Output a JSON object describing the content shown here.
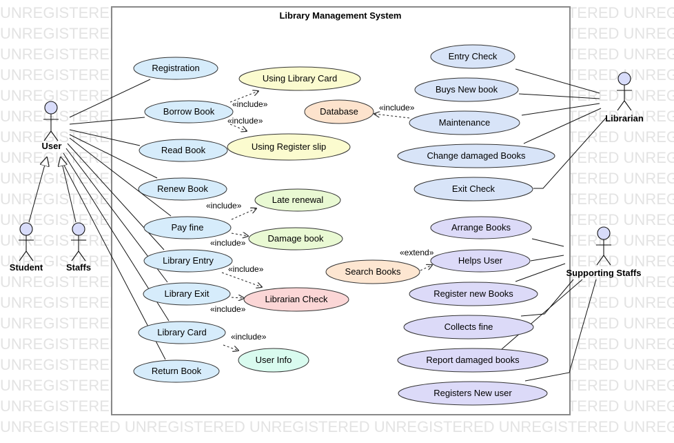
{
  "watermark": "UNREGISTERED",
  "system": {
    "title": "Library Management System"
  },
  "stereotypes": {
    "include": "«include»",
    "extend": "«extend»"
  },
  "colors": {
    "user_uc": "#d6ecfb",
    "include_uc": "#fbfbcf",
    "include_uc_green": "#e9f9d3",
    "check_uc": "#fbd6d6",
    "info_uc": "#d9fbef",
    "database_uc": "#fde3cd",
    "librarian_uc": "#d8e4f8",
    "staff_uc": "#dcdaf8",
    "search_uc": "#fde6d1",
    "actor_head": "#d8dcfa",
    "stroke": "#333333",
    "watermark": "#e3e3e3"
  },
  "actors": {
    "user": "User",
    "student": "Student",
    "staffs": "Staffs",
    "librarian": "Librarian",
    "supporting_staffs": "Supporting Staffs"
  },
  "use_cases": {
    "registration": "Registration",
    "borrow_book": "Borrow Book",
    "read_book": "Read Book",
    "renew_book": "Renew Book",
    "pay_fine": "Pay fine",
    "library_entry": "Library Entry",
    "library_exit": "Library Exit",
    "library_card": "Library Card",
    "return_book": "Return Book",
    "using_library_card": "Using Library Card",
    "using_register_slip": "Using Register slip",
    "late_renewal": "Late renewal",
    "damage_book": "Damage book",
    "librarian_check": "Librarian Check",
    "user_info": "User Info",
    "database": "Database",
    "entry_check": "Entry Check",
    "buys_new_book": "Buys New book",
    "maintenance": "Maintenance",
    "change_damaged_books": "Change damaged Books",
    "exit_check": "Exit Check",
    "search_books": "Search Books",
    "arrange_books": "Arrange Books",
    "helps_user": "Helps User",
    "register_new_books": "Register new Books",
    "collects_fine": "Collects fine",
    "report_damaged_books": "Report damaged books",
    "registers_new_user": "Registers New user"
  }
}
